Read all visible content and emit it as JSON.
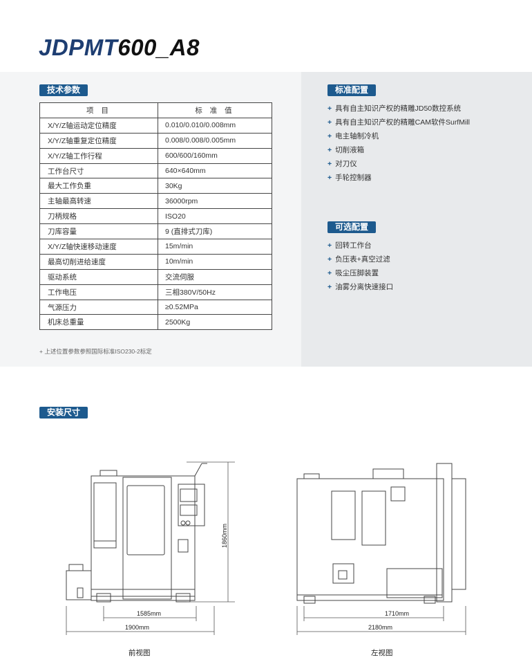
{
  "title": {
    "prefix": "JDPMT",
    "suffix": "600_A8"
  },
  "tech_params": {
    "tag": "技术参数",
    "headers": [
      "项 目",
      "标 准 值"
    ],
    "rows": [
      [
        "X/Y/Z轴运动定位精度",
        "0.010/0.010/0.008mm"
      ],
      [
        "X/Y/Z轴重复定位精度",
        "0.008/0.008/0.005mm"
      ],
      [
        "X/Y/Z轴工作行程",
        "600/600/160mm"
      ],
      [
        "工作台尺寸",
        "640×640mm"
      ],
      [
        "最大工作负重",
        "30Kg"
      ],
      [
        "主轴最高转速",
        "36000rpm"
      ],
      [
        "刀柄规格",
        "ISO20"
      ],
      [
        "刀库容量",
        "9 (直排式刀库)"
      ],
      [
        "X/Y/Z轴快速移动速度",
        "15m/min"
      ],
      [
        "最高切削进给速度",
        "10m/min"
      ],
      [
        "驱动系统",
        "交流伺服"
      ],
      [
        "工作电压",
        "三相380V/50Hz"
      ],
      [
        "气源压力",
        "≥0.52MPa"
      ],
      [
        "机床总重量",
        "2500Kg"
      ]
    ],
    "footnote": "+ 上述位置参数参照国际标准ISO230-2标定"
  },
  "standard_config": {
    "tag": "标准配置",
    "items": [
      "具有自主知识产权的精雕JD50数控系统",
      "具有自主知识产权的精雕CAM软件SurfMill",
      "电主轴制冷机",
      "切削液箱",
      "对刀仪",
      "手轮控制器"
    ]
  },
  "optional_config": {
    "tag": "可选配置",
    "items": [
      "回转工作台",
      "负压表+真空过滤",
      "吸尘压脚装置",
      "油雾分离快速接口"
    ]
  },
  "bullet": "+",
  "install": {
    "tag": "安装尺寸",
    "front_caption": "前视图",
    "side_caption": "左视图",
    "front_height": "1860mm",
    "front_inner_width": "1585mm",
    "front_outer_width": "1900mm",
    "side_inner_width": "1710mm",
    "side_outer_width": "2180mm"
  },
  "colors": {
    "accent": "#1d5a8e",
    "title": "#1a3566"
  }
}
